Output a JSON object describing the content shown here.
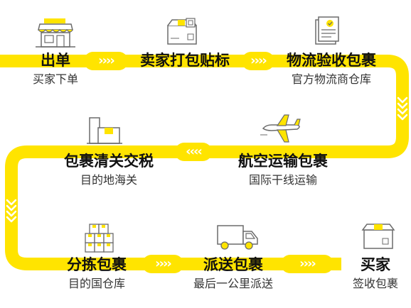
{
  "colors": {
    "accent": "#ffe400",
    "text": "#111111",
    "subtext": "#333333",
    "icon_stroke": "#6b6b6b"
  },
  "steps": [
    {
      "title": "出单",
      "subtitle": "买家下单",
      "icon": "storefront-icon"
    },
    {
      "title": "卖家打包贴标",
      "subtitle": "",
      "icon": "package-label-icon"
    },
    {
      "title": "物流验收包裹",
      "subtitle": "官方物流商仓库",
      "icon": "checklist-document-icon"
    },
    {
      "title": "航空运输包裹",
      "subtitle": "国际干线运输",
      "icon": "airplane-icon"
    },
    {
      "title": "包裹清关交税",
      "subtitle": "目的地海关",
      "icon": "customs-box-icon"
    },
    {
      "title": "分拣包裹",
      "subtitle": "目的国仓库",
      "icon": "stacked-boxes-icon"
    },
    {
      "title": "派送包裹",
      "subtitle": "最后一公里派送",
      "icon": "delivery-van-icon"
    },
    {
      "title": "买家",
      "subtitle": "签收包裹",
      "icon": "received-box-icon"
    }
  ],
  "flow_arrows": [
    {
      "direction": "right",
      "glyph": "››››"
    },
    {
      "direction": "right",
      "glyph": "››››"
    },
    {
      "direction": "left",
      "glyph": "‹‹‹‹"
    },
    {
      "direction": "right",
      "glyph": "››››"
    },
    {
      "direction": "right",
      "glyph": "››››"
    }
  ]
}
